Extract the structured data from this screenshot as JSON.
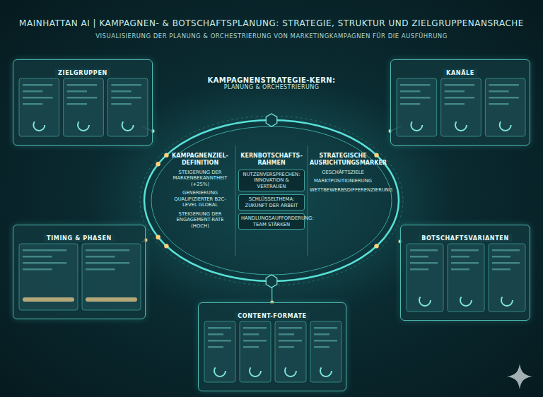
{
  "diagram": {
    "title": "MAINHATTAN AI | KAMPAGNEN- & BOTSCHAFTSPLANUNG: STRATEGIE, STRUKTUR UND ZIELGRUPPENANSRACHE",
    "nodes": [
      {
        "text": [
          "KAMPAGNENSTRATEGIE-KERN:",
          "PLANUNG & ORCHESTRIERUNG"
        ]
      },
      {
        "text": [
          "KAMPAGNENZIEL-DEFINITION",
          "STEIGERUNG DER MARKENBEKANNTHEIT (+25%)",
          "GENERIERUNG QUALIFIZIERTER B2C-LEVEL GLOBAL",
          "STEIGERUNG DER ENGAGEMENT-RATE (HOCH)"
        ],
        "in": 0
      },
      {
        "text": [
          "KERNBOTSCHAFTS-RAHMEN",
          "NUTZENVERSPRECHEN: INNOVATION & VERTRAUEN",
          "SCHLÜSSELTHEMA: ZUKUNFT DER ARBEIT",
          "HANDLUNGSAUFFORDERUNG: TEAM STÄRKEN"
        ],
        "in": 0
      },
      {
        "text": [
          "STRATEGISCHE AUSRICHTUNGSMARKER",
          "GESCHÄFTSZIELE",
          "MARKTPOSITIONIERUNG",
          "WETTBEWERBSDIFFERENZIERUNG"
        ],
        "in": 0
      },
      {
        "text": [
          "ZIELGRUPPEN"
        ]
      },
      {
        "text": [
          "KANÄLE"
        ]
      },
      {
        "text": [
          "TIMING & PHASEN"
        ]
      },
      {
        "text": [
          "BOTSCHAFTSVARIANTEN"
        ]
      },
      {
        "text": [
          "CONTENT-FORMATE"
        ]
      }
    ],
    "edges": [
      {
        "from": 0,
        "to": 4,
        "arrow": "none"
      },
      {
        "from": 0,
        "to": 5,
        "arrow": "none"
      },
      {
        "from": 0,
        "to": 6,
        "arrow": "none"
      },
      {
        "from": 0,
        "to": 7,
        "arrow": "none"
      },
      {
        "from": 0,
        "to": 8,
        "arrow": "none"
      }
    ],
    "labels": [
      "VISUALISIERUNG DER PLANUNG & ORCHESTRIERUNG VON MARKETINGKAMPAGNEN FÜR DIE AUSFÜHRUNG"
    ]
  }
}
